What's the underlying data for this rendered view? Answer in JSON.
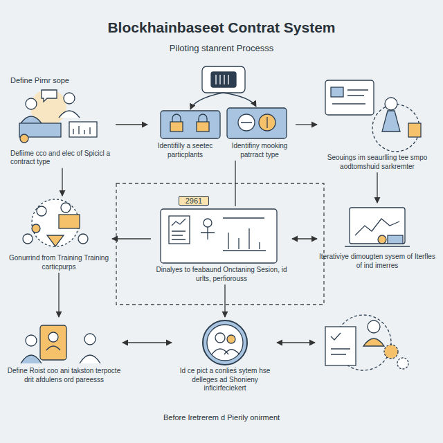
{
  "diagram": {
    "title": "Blockhainbaseѳt Contrat System",
    "caption": "Before Iretrerem d Pierily onirment",
    "nodes": [
      {
        "text": [
          "Define Pirnr sope",
          "Defiime cco and elec of Spicicl a contract type"
        ]
      },
      {
        "text": [
          "Identifilly a seetec particplants"
        ]
      },
      {
        "text": [
          "Identifiny mooking patrract type"
        ]
      },
      {
        "text": [
          "Seouings im seaurlling tee smpo aodtomshuid sarkremter"
        ]
      },
      {
        "text": [
          "Gonurrind from Training Training carticpurps"
        ]
      },
      {
        "text": [
          "Dinalyes to feabaund Onctaning Sesion, id urlts, perfiorouss"
        ]
      },
      {
        "text": [
          "Iterativiye dimougten sysem of Iterfles of ind imerres"
        ]
      },
      {
        "text": [
          "Define Roist coo ani takston terpocte drit afdulens ord pareesss"
        ]
      },
      {
        "text": [
          "Id ce pict a conlieś sytem hse delleges ad Shonieny inficirfeciekert"
        ]
      }
    ],
    "edges": [
      {
        "from": 0,
        "to": 1,
        "arrow": "to"
      },
      {
        "from": 2,
        "to": 3,
        "arrow": "to"
      },
      {
        "from": 0,
        "to": 4,
        "arrow": "to"
      },
      {
        "from": 3,
        "to": 6,
        "arrow": "to"
      },
      {
        "from": 2,
        "to": 5,
        "arrow": "none"
      },
      {
        "from": 5,
        "to": 4,
        "arrow": "to"
      },
      {
        "from": 5,
        "to": 6,
        "arrow": "both"
      },
      {
        "from": 4,
        "to": 7,
        "arrow": "to"
      },
      {
        "from": 5,
        "to": 8,
        "arrow": "to"
      },
      {
        "from": 7,
        "to": 8,
        "arrow": "both"
      }
    ],
    "labels": [
      "Piloting stanrent Processs",
      "2961"
    ]
  }
}
